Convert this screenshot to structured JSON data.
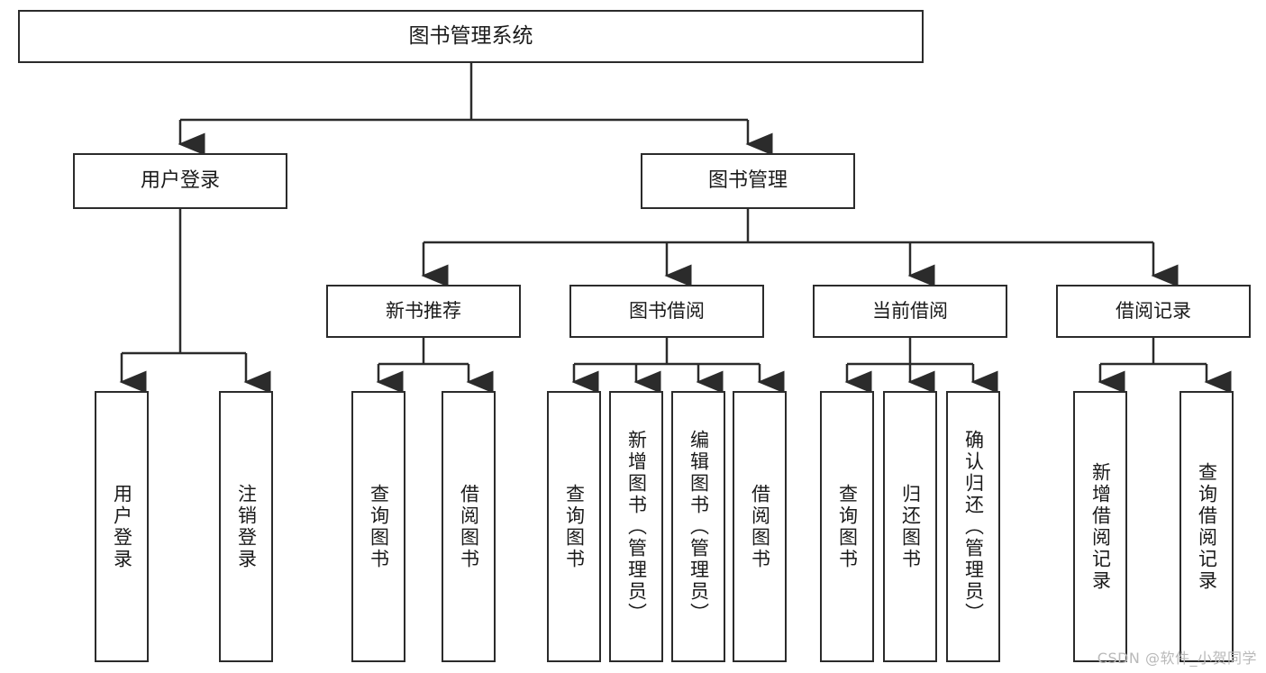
{
  "diagram": {
    "title": "图书管理系统",
    "type": "hierarchy-tree",
    "levels": 4,
    "root": {
      "label": "图书管理系统"
    },
    "level1": [
      {
        "label": "用户登录"
      },
      {
        "label": "图书管理"
      }
    ],
    "level2": [
      {
        "label": "新书推荐"
      },
      {
        "label": "图书借阅"
      },
      {
        "label": "当前借阅"
      },
      {
        "label": "借阅记录"
      }
    ],
    "leaves": {
      "user_login": [
        {
          "label": "用户登录"
        },
        {
          "label": "注销登录"
        }
      ],
      "new_book": [
        {
          "label": "查询图书"
        },
        {
          "label": "借阅图书"
        }
      ],
      "book_borrow": [
        {
          "label": "查询图书"
        },
        {
          "label": "新增图书（管理员）"
        },
        {
          "label": "编辑图书（管理员）"
        },
        {
          "label": "借阅图书"
        }
      ],
      "current_borrow": [
        {
          "label": "查询图书"
        },
        {
          "label": "归还图书"
        },
        {
          "label": "确认归还（管理员）"
        }
      ],
      "borrow_record": [
        {
          "label": "新增借阅记录"
        },
        {
          "label": "查询借阅记录"
        }
      ]
    }
  },
  "colors": {
    "border": "#2b2b2b",
    "background": "#ffffff",
    "text": "#1a1a1a",
    "watermark": "#b9b9b9"
  },
  "watermark": {
    "text": "CSDN @软件_小贺同学"
  }
}
